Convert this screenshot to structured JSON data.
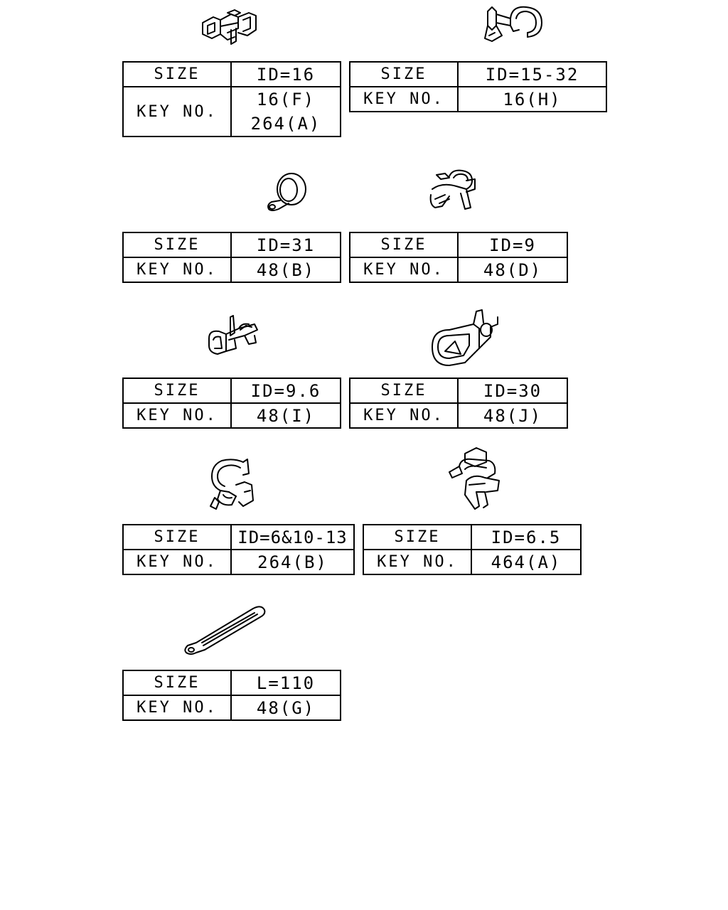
{
  "size_label": "SIZE",
  "key_label": "KEY NO.",
  "parts": [
    {
      "icon": "hose-clamp-clip-icon",
      "size": "ID=16",
      "keys": [
        "16(F)",
        "264(A)"
      ]
    },
    {
      "icon": "hose-clip-bracket-icon",
      "size": "ID=15-32",
      "keys": [
        "16(H)"
      ]
    },
    {
      "icon": "p-clamp-icon",
      "size": "ID=31",
      "keys": [
        "48(B)"
      ]
    },
    {
      "icon": "wire-clip-icon",
      "size": "ID=9",
      "keys": [
        "48(D)"
      ]
    },
    {
      "icon": "push-clip-icon",
      "size": "ID=9.6",
      "keys": [
        "48(I)"
      ]
    },
    {
      "icon": "band-clamp-icon",
      "size": "ID=30",
      "keys": [
        "48(J)"
      ]
    },
    {
      "icon": "c-clip-icon",
      "size": "ID=6&10-13",
      "keys": [
        "264(B)"
      ]
    },
    {
      "icon": "stacked-clip-icon",
      "size": "ID=6.5",
      "keys": [
        "464(A)"
      ]
    },
    {
      "icon": "strap-band-icon",
      "size": "L=110",
      "keys": [
        "48(G)"
      ]
    }
  ]
}
